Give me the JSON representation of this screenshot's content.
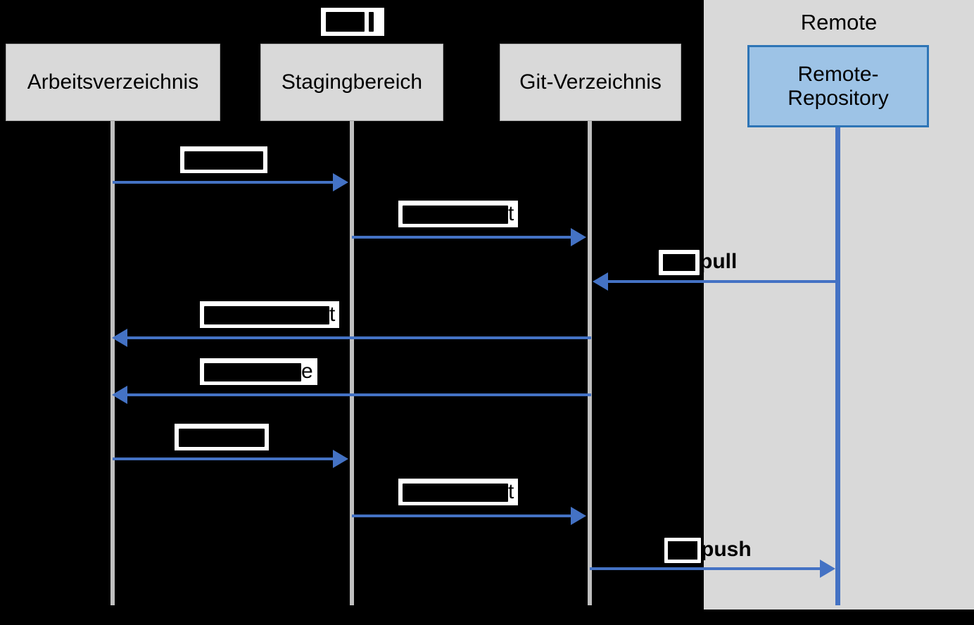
{
  "diagram": {
    "type": "sequence-diagram",
    "language": "de",
    "title_chip": {
      "visible_text": "",
      "redacted": true,
      "note": "title text obscured"
    },
    "background_color": "#000000",
    "accent_color": "#4472C4",
    "node_fill": "#D9D9D9",
    "remote_node_fill": "#9DC3E6",
    "remote_node_border": "#2E75B6",
    "lifeline_color": "#BFBFBF",
    "remote_panel_color": "#D9D9D9"
  },
  "remote": {
    "region_label": "Remote",
    "node_label": "Remote-Repository"
  },
  "participants": [
    {
      "id": "working-directory",
      "label": "Arbeitsverzeichnis"
    },
    {
      "id": "staging-area",
      "label": "Stagingbereich"
    },
    {
      "id": "git-directory",
      "label": "Git-Verzeichnis"
    },
    {
      "id": "remote-repository",
      "label": "Remote-Repository"
    }
  ],
  "messages": [
    {
      "id": "m1",
      "from": "working-directory",
      "to": "staging-area",
      "direction": "right",
      "label_visible": "",
      "label_redacted": true,
      "label_suffix": ""
    },
    {
      "id": "m2",
      "from": "staging-area",
      "to": "git-directory",
      "direction": "right",
      "label_visible": "t",
      "label_redacted": true,
      "label_suffix": "t"
    },
    {
      "id": "m3",
      "from": "remote-repository",
      "to": "git-directory",
      "direction": "left",
      "label_visible": "pull",
      "label_redacted": true,
      "label_suffix": "pull"
    },
    {
      "id": "m4",
      "from": "git-directory",
      "to": "working-directory",
      "direction": "left",
      "label_visible": "t",
      "label_redacted": true,
      "label_suffix": "t"
    },
    {
      "id": "m5",
      "from": "git-directory",
      "to": "working-directory",
      "direction": "left",
      "label_visible": "e",
      "label_redacted": true,
      "label_suffix": "e"
    },
    {
      "id": "m6",
      "from": "working-directory",
      "to": "staging-area",
      "direction": "right",
      "label_visible": "",
      "label_redacted": true,
      "label_suffix": ""
    },
    {
      "id": "m7",
      "from": "staging-area",
      "to": "git-directory",
      "direction": "right",
      "label_visible": "t",
      "label_redacted": true,
      "label_suffix": "t"
    },
    {
      "id": "m8",
      "from": "git-directory",
      "to": "remote-repository",
      "direction": "right",
      "label_visible": "push",
      "label_redacted": true,
      "label_suffix": "push"
    }
  ]
}
